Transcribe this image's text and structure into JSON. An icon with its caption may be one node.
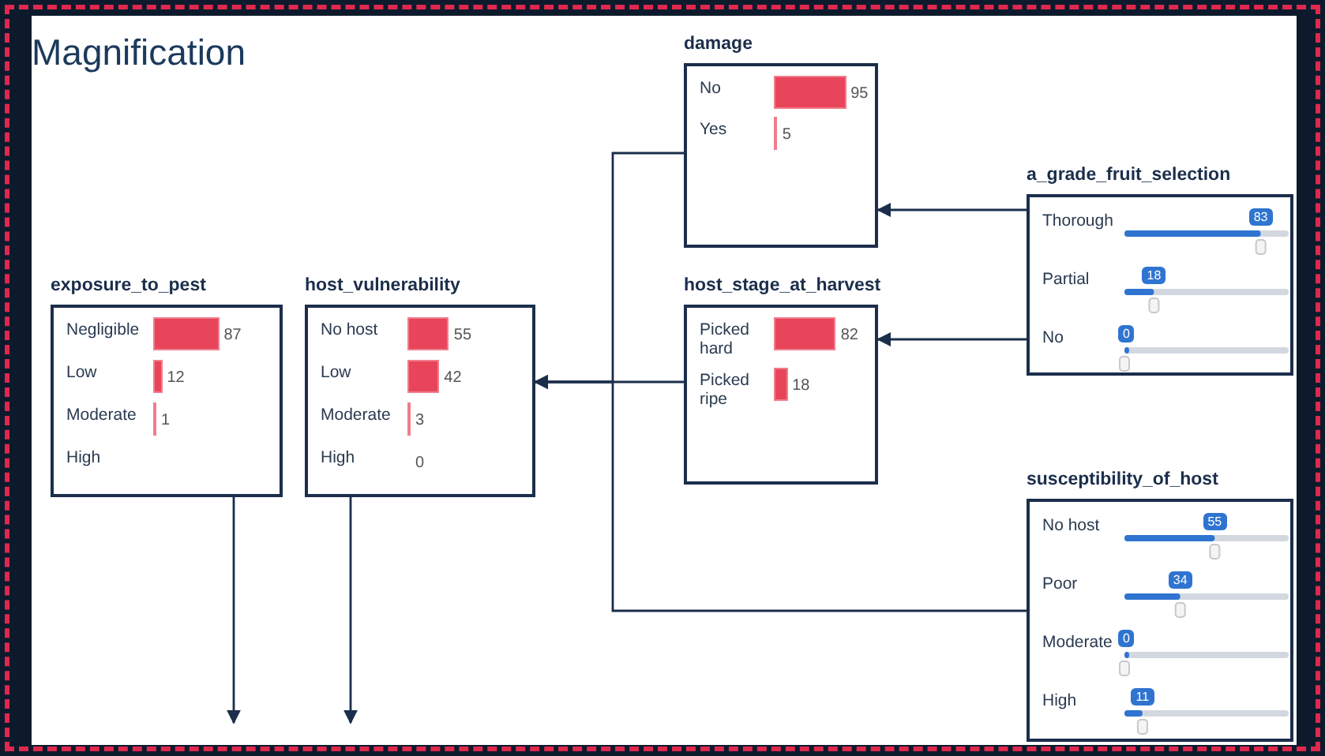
{
  "diagram": {
    "title": "Magnification",
    "nodes": [
      {
        "text": [
          "damage",
          "No",
          "95",
          "Yes",
          "5"
        ]
      },
      {
        "text": [
          "a_grade_fruit_selection",
          "Thorough",
          "83",
          "Partial",
          "18",
          "No",
          "0"
        ]
      },
      {
        "text": [
          "exposure_to_pest",
          "Negligible",
          "87",
          "Low",
          "12",
          "Moderate",
          "1",
          "High"
        ]
      },
      {
        "text": [
          "host_vulnerability",
          "No host",
          "55",
          "Low",
          "42",
          "Moderate",
          "3",
          "High",
          "0"
        ]
      },
      {
        "text": [
          "host_stage_at_harvest",
          "Picked hard",
          "82",
          "Picked ripe",
          "18"
        ]
      },
      {
        "text": [
          "susceptibility_of_host",
          "No host",
          "55",
          "Poor",
          "34",
          "Moderate",
          "0",
          "High",
          "11"
        ]
      }
    ],
    "edges": [
      {
        "from": 1,
        "to": 0,
        "arrow": "to"
      },
      {
        "from": 1,
        "to": 4,
        "arrow": "to"
      },
      {
        "from": 0,
        "to": 3,
        "arrow": "to"
      },
      {
        "from": 4,
        "to": 3,
        "arrow": "to"
      },
      {
        "from": 5,
        "to": 3,
        "arrow": "to"
      },
      {
        "from": 2,
        "to": null,
        "arrow": "to"
      },
      {
        "from": 3,
        "to": null,
        "arrow": "to"
      }
    ]
  }
}
